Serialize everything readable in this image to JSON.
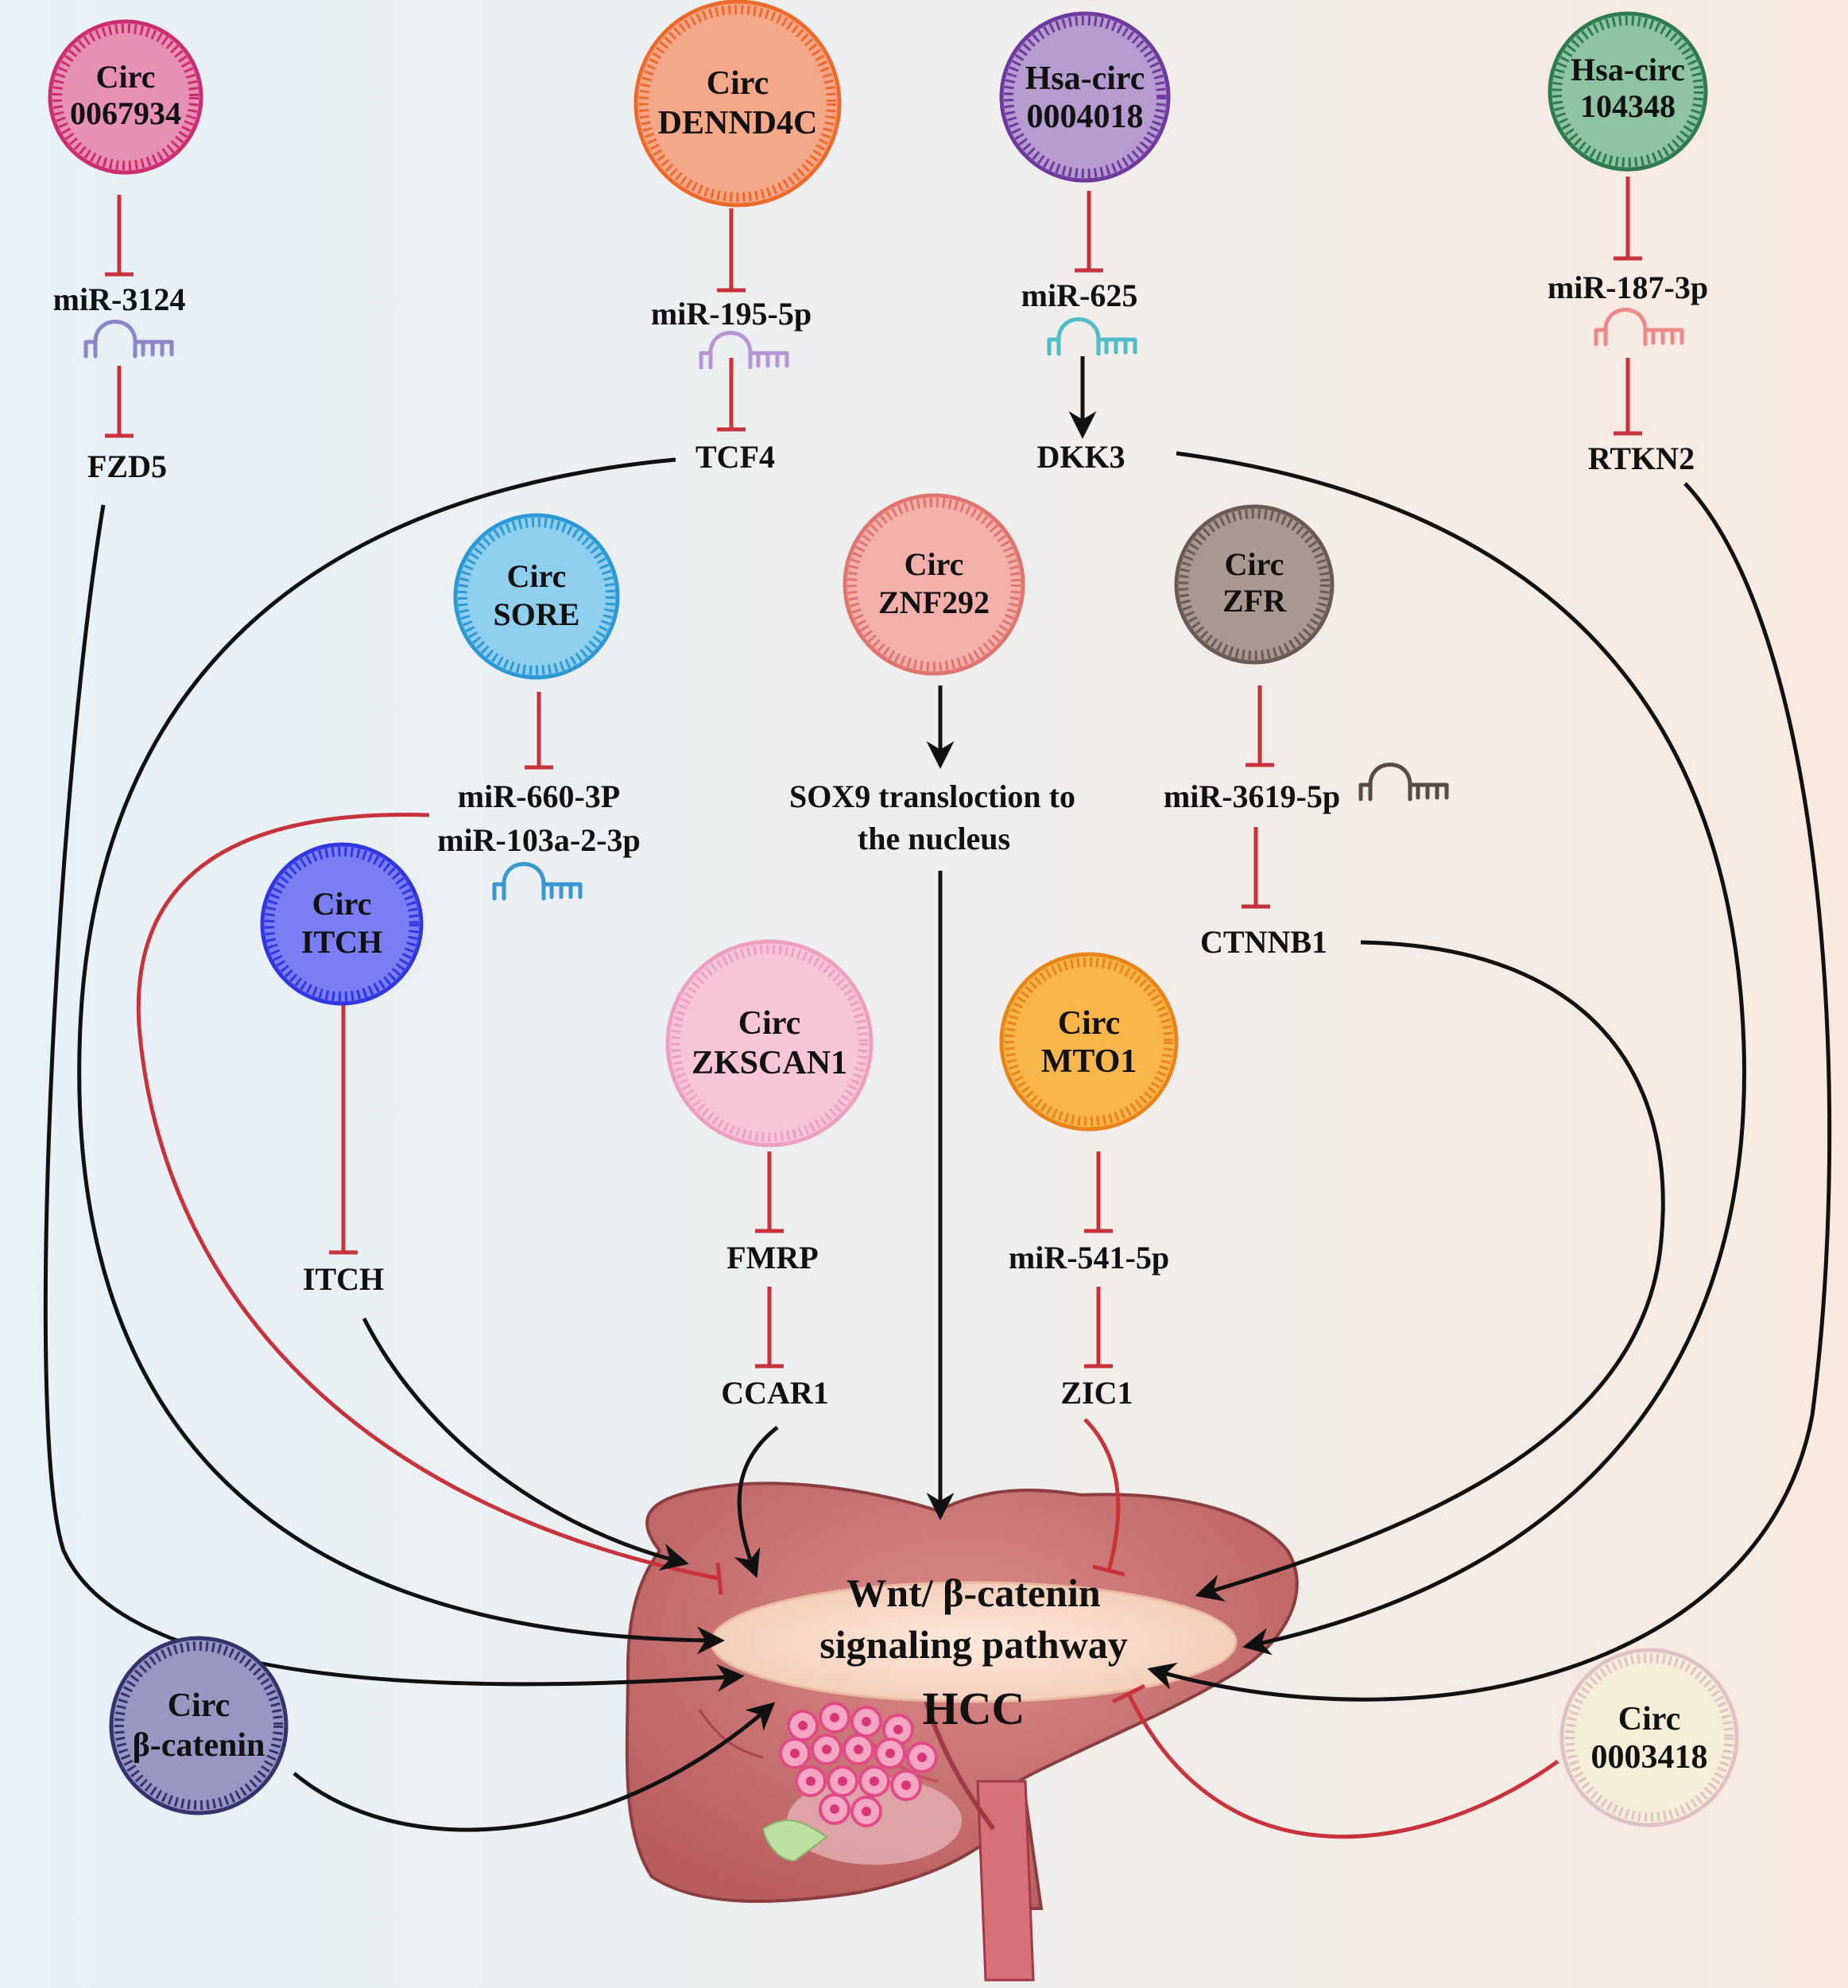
{
  "colors": {
    "inhibit": "#c8323a",
    "activate": "#111111",
    "liver": "#c46b6b",
    "liver_dark": "#8a3e40",
    "pathway_ellipse": "#f7ddd0"
  },
  "circles": {
    "c0067934": {
      "line1": "Circ",
      "line2": "0067934",
      "fill": "#e88fb4",
      "ring": "#cc2d72"
    },
    "dennd4c": {
      "line1": "Circ",
      "line2": "DENND4C",
      "fill": "#f4a889",
      "ring": "#ee6a2c"
    },
    "c0004018": {
      "line1": "Hsa-circ",
      "line2": "0004018",
      "fill": "#b59bd0",
      "ring": "#6e3a9e"
    },
    "c104348": {
      "line1": "Hsa-circ",
      "line2": "104348",
      "fill": "#8fc4a3",
      "ring": "#2e7b4d"
    },
    "sore": {
      "line1": "Circ",
      "line2": "SORE",
      "fill": "#8fcfee",
      "ring": "#2d99d4"
    },
    "znf292": {
      "line1": "Circ",
      "line2": "ZNF292",
      "fill": "#f3b0ab",
      "ring": "#e0746e"
    },
    "zfr": {
      "line1": "Circ",
      "line2": "ZFR",
      "fill": "#a89890",
      "ring": "#6a5a52"
    },
    "itch": {
      "line1": "Circ",
      "line2": "ITCH",
      "fill": "#7a7ef2",
      "ring": "#3036e0"
    },
    "zkscan1": {
      "line1": "Circ",
      "line2": "ZKSCAN1",
      "fill": "#f6c6d8",
      "ring": "#ee9ebe"
    },
    "mto1": {
      "line1": "Circ",
      "line2": "MTO1",
      "fill": "#f7b54a",
      "ring": "#e8841a"
    },
    "bcatenin": {
      "line1": "Circ",
      "line2": "β-catenin",
      "fill": "#9896c2",
      "ring": "#34336e"
    },
    "c0003418": {
      "line1": "Circ",
      "line2": "0003418",
      "fill": "#f4eed8",
      "ring": "#e0c0c4"
    }
  },
  "labels": {
    "mir3124": "miR-3124",
    "fzd5": "FZD5",
    "mir195": "miR-195-5p",
    "tcf4": "TCF4",
    "mir625": "miR-625",
    "dkk3": "DKK3",
    "mir187": "miR-187-3p",
    "rtkn2": "RTKN2",
    "mir660": "miR-660-3P",
    "mir103": "miR-103a-2-3p",
    "sox9_1": "SOX9 transloction to",
    "sox9_2": "the nucleus",
    "mir3619": "miR-3619-5p",
    "ctnnb1": "CTNNB1",
    "itch_protein": "ITCH",
    "fmrp": "FMRP",
    "ccar1": "CCAR1",
    "mir541": "miR-541-5p",
    "zic1": "ZIC1",
    "pathway_1": "Wnt/ β-catenin",
    "pathway_2": "signaling pathway",
    "hcc": "HCC"
  },
  "mirna_icon_colors": {
    "mir3124": "#8e86c8",
    "mir195": "#b595d4",
    "mir625": "#4fbcc8",
    "mir187": "#ec8a8a",
    "mir660": "#3a98d0",
    "mir3619": "#5a4a44"
  }
}
